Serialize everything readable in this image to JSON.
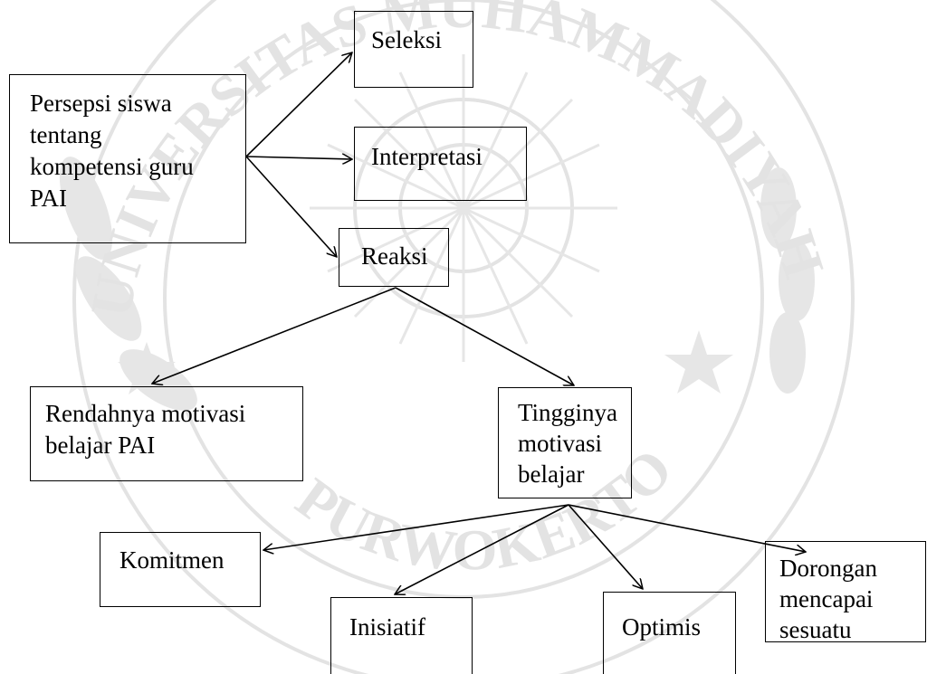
{
  "diagram": {
    "nodes": {
      "root": {
        "label": "Persepsi siswa\ntentang\nkompetensi guru\nPAI"
      },
      "seleksi": {
        "label": "Seleksi"
      },
      "interp": {
        "label": "Interpretasi"
      },
      "reaksi": {
        "label": "Reaksi"
      },
      "rendah": {
        "label": "Rendahnya motivasi\nbelajar PAI"
      },
      "tinggi": {
        "label": "Tingginya\nmotivasi\nbelajar"
      },
      "komitmen": {
        "label": "Komitmen"
      },
      "inisiatif": {
        "label": "Inisiatif"
      },
      "optimis": {
        "label": "Optimis"
      },
      "dorongan": {
        "label": "Dorongan\nmencapai\nsesuatu"
      }
    },
    "edges": [
      {
        "from": "root",
        "to": "seleksi"
      },
      {
        "from": "root",
        "to": "interp"
      },
      {
        "from": "root",
        "to": "reaksi"
      },
      {
        "from": "reaksi",
        "to": "rendah"
      },
      {
        "from": "reaksi",
        "to": "tinggi"
      },
      {
        "from": "tinggi",
        "to": "komitmen"
      },
      {
        "from": "tinggi",
        "to": "inisiatif"
      },
      {
        "from": "tinggi",
        "to": "optimis"
      },
      {
        "from": "tinggi",
        "to": "dorongan"
      }
    ],
    "watermark": {
      "text_top": "UNIVERSITAS MUHAMMADIYAH",
      "text_bottom": "PURWOKERTO",
      "color": "#dcdcdc"
    }
  }
}
